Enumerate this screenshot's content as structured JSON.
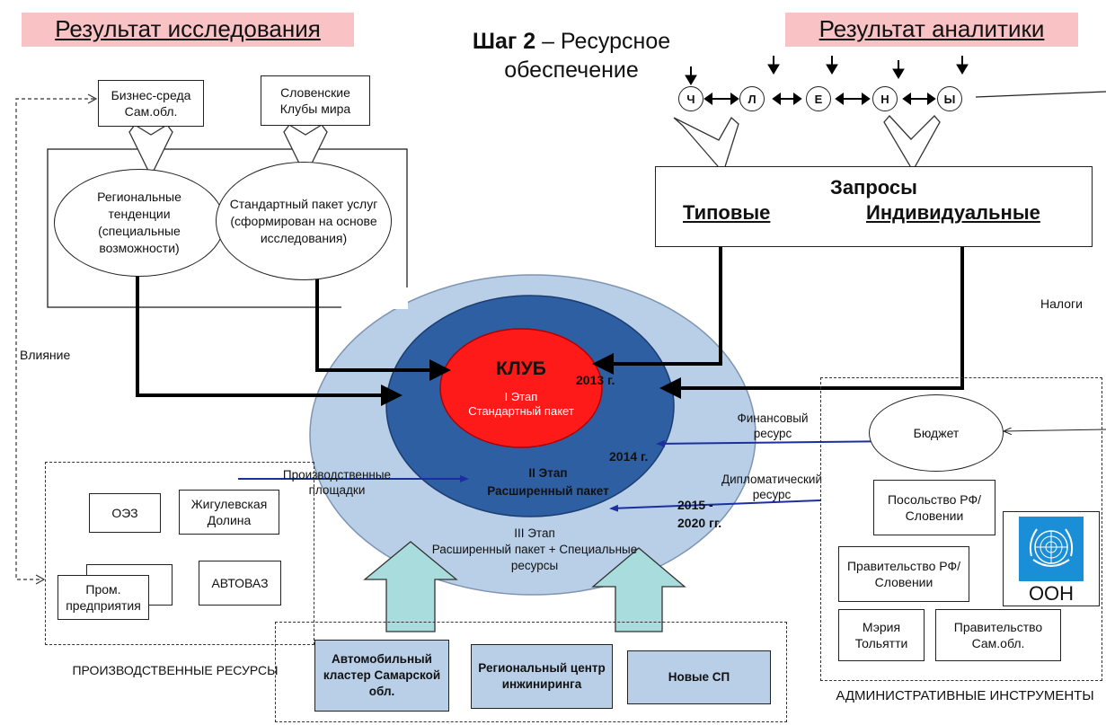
{
  "headers": {
    "research_result": "Результат исследования",
    "step_bold": "Шаг  2",
    "step_rest": " – Ресурсное",
    "step_line2": "обеспечение",
    "analytics_result": "Результат аналитики"
  },
  "top_left": {
    "business": "Бизнес-среда Сам.обл.",
    "slovenian_clubs": "Словенские Клубы мира",
    "regional_trends": "Региональные тенденции (специальные возможности)",
    "standard_package": "Стандартный пакет услуг (сформирован на основе исследования)"
  },
  "letters": [
    "Ч",
    "Л",
    "Е",
    "Н",
    "Ы"
  ],
  "requests": {
    "title": "Запросы",
    "typical": "Типовые",
    "individual": "Индивидуальные"
  },
  "labels": {
    "taxes": "Налоги",
    "influence": "Влияние",
    "financial_resource": "Финансовый ресурс",
    "diplomatic_resource": "Дипломатический ресурс",
    "production_sites": "Производственные площадки"
  },
  "club": {
    "title": "КЛУБ",
    "year1": "2013 г.",
    "stage1": "I Этап",
    "stage1_desc": "Стандартный пакет",
    "year2": "2014 г.",
    "stage2": "II Этап",
    "stage2_desc": "Расширенный пакет",
    "year3": "2015 - 2020 гг.",
    "stage3": "III Этап",
    "stage3_desc": "Расширенный пакет + Специальные ресурсы"
  },
  "production": {
    "oez": "ОЭЗ",
    "zhigulevskaya": "Жигулевская Долина",
    "prom": "Пром. предприятия",
    "avtovaz": "АВТОВАЗ",
    "caption": "ПРОИЗВОДСТВЕННЫЕ РЕСУРСЫ"
  },
  "bottom": {
    "auto_cluster": "Автомобильный кластер Самарской обл.",
    "eng_center": "Региональный центр инжиниринга",
    "new_jv": "Новые СП"
  },
  "admin": {
    "budget": "Бюджет",
    "embassy": "Посольство РФ/Словении",
    "government_rf": "Правительство РФ/Словении",
    "un": "ООН",
    "mayor": "Мэрия Тольятти",
    "government_sam": "Правительство Сам.обл.",
    "caption": "АДМИНИСТРАТИВНЫЕ ИНСТРУМЕНТЫ"
  },
  "colors": {
    "header_bg": "#f9c3c6",
    "outer_ring": "#b9cfe7",
    "middle_ring": "#2e5fa3",
    "inner_core": "#ff1a1a",
    "resource_arrow": "#1b2fa0",
    "up_arrow": "#a9dcdc"
  }
}
